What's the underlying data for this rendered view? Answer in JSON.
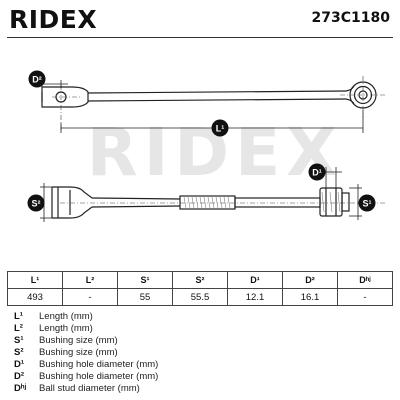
{
  "header": {
    "brand": "RIDEX",
    "part_number": "273C1180"
  },
  "drawing": {
    "watermark": "RIDEX",
    "labels": {
      "d2": "D²",
      "l1": "L¹",
      "d1": "D¹",
      "s2": "S²",
      "s1": "S¹"
    }
  },
  "table": {
    "headers": [
      "L¹",
      "L²",
      "S¹",
      "S²",
      "D¹",
      "D²",
      "Dʰʲ"
    ],
    "values": [
      "493",
      "-",
      "55",
      "55.5",
      "12.1",
      "16.1",
      "-"
    ]
  },
  "legend": [
    {
      "symbol": "L¹",
      "text": "Length (mm)"
    },
    {
      "symbol": "L²",
      "text": "Length (mm)"
    },
    {
      "symbol": "S¹",
      "text": "Bushing size (mm)"
    },
    {
      "symbol": "S²",
      "text": "Bushing size (mm)"
    },
    {
      "symbol": "D¹",
      "text": "Bushing hole diameter (mm)"
    },
    {
      "symbol": "D²",
      "text": "Bushing hole diameter (mm)"
    },
    {
      "symbol": "Dʰʲ",
      "text": "Ball stud diameter (mm)"
    }
  ],
  "colors": {
    "line": "#222222",
    "watermark": "#e6e6e6",
    "label_circle": "#111111",
    "label_text": "#ffffff"
  }
}
